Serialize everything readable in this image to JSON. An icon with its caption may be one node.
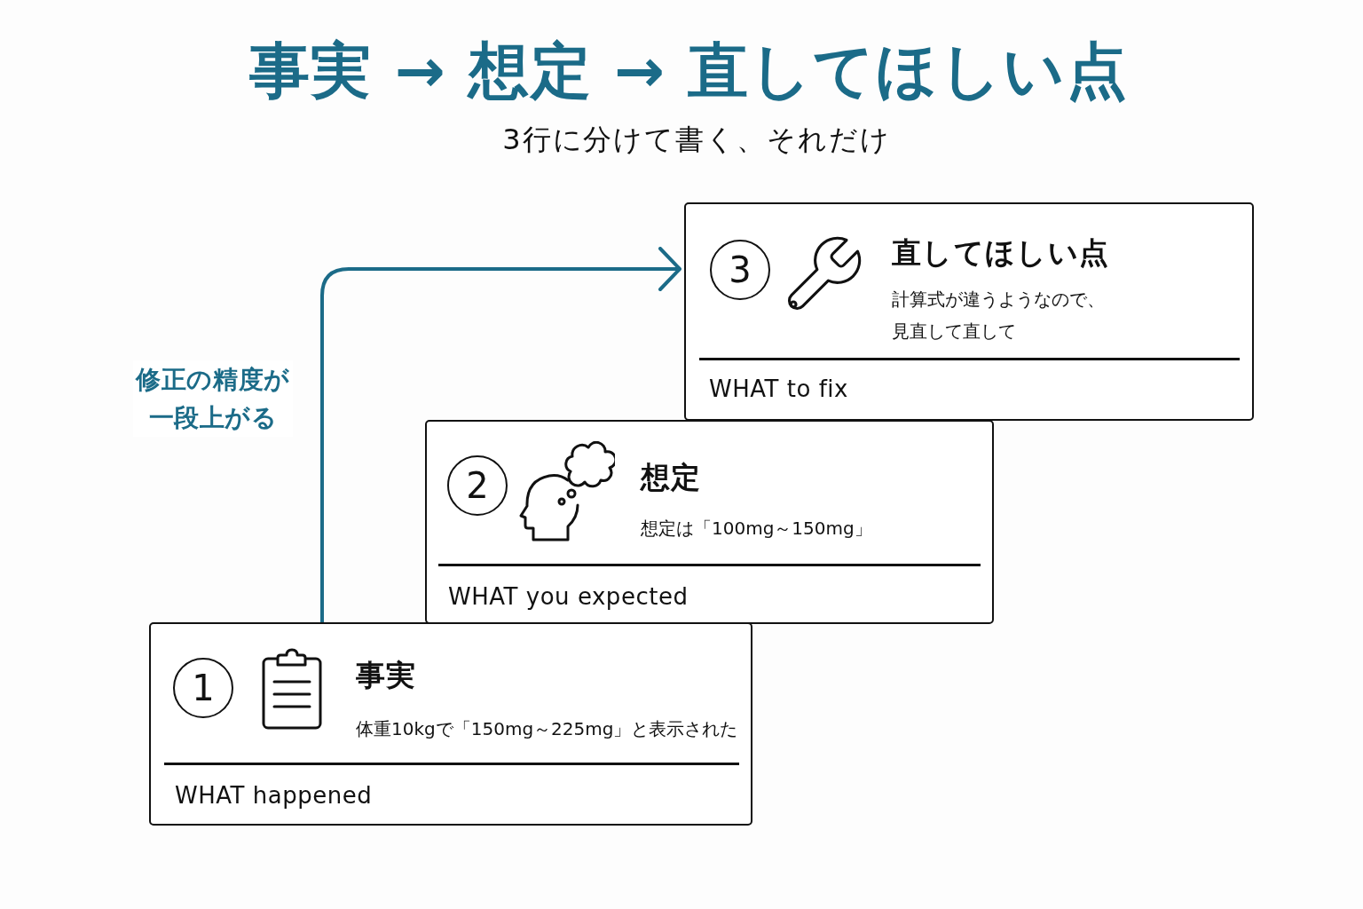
{
  "diagram": {
    "title": "事実 → 想定 → 直してほしい点",
    "nodes": [
      {
        "text": [
          "事実",
          "体重10kgで「150mg～225mg」と表示された",
          "WHAT happened"
        ]
      },
      {
        "text": [
          "1"
        ],
        "in": 0
      },
      {
        "text": [
          "想定",
          "想定は「100mg～150mg」",
          "WHAT you expected"
        ]
      },
      {
        "text": [
          "2"
        ],
        "in": 2
      },
      {
        "text": [
          "直してほしい点",
          "計算式が違うようなので、見直して直して",
          "WHAT to fix"
        ]
      },
      {
        "text": [
          "3"
        ],
        "in": 4
      }
    ],
    "edges": [
      {
        "from": 0,
        "to": 4,
        "arrow": "to",
        "label": "修正の精度が一段上がる"
      }
    ],
    "labels": [
      "3行に分けて書く、それだけ"
    ]
  }
}
